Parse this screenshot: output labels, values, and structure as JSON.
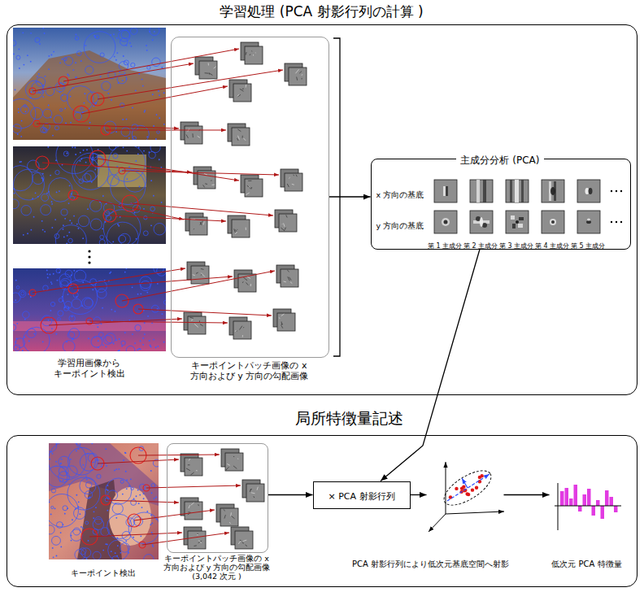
{
  "diagram": {
    "nodes": [
      {
        "text": [
          "学習処理 (PCA 射影行列の計算 )"
        ]
      },
      {
        "text": [
          "学習用画像から キーポイント検出"
        ],
        "in": 0
      },
      {
        "text": [
          "キーポイントパッチ画像の x 方向および y 方向の勾配画像"
        ],
        "in": 0
      },
      {
        "text": [
          "主成分分析 (PCA)",
          "x 方向の基底",
          "y 方向の基底",
          "第 1 主成分",
          "第 2 主成分",
          "第 3 主成分",
          "第 4 主成分",
          "第 5 主成分"
        ],
        "in": 0
      },
      {
        "text": [
          "局所特徴量記述"
        ]
      },
      {
        "text": [
          "キーポイント検出"
        ],
        "in": 4
      },
      {
        "text": [
          "キーポイントパッチ画像の x 方向および y 方向の勾配画像 (3,042 次元 )"
        ],
        "in": 4
      },
      {
        "text": [
          "× PCA 射影行列"
        ],
        "in": 4
      },
      {
        "text": [
          "PCA 射影行列により低次元基底空間へ射影"
        ],
        "in": 4
      },
      {
        "text": [
          "低次元 PCA 特徴量"
        ],
        "in": 4
      }
    ],
    "edges": [
      {
        "from": 2,
        "to": 3,
        "arrow": "to"
      },
      {
        "from": 3,
        "to": 7,
        "arrow": "to"
      },
      {
        "from": 6,
        "to": 7,
        "arrow": "to"
      },
      {
        "from": 7,
        "to": 8,
        "arrow": "to"
      },
      {
        "from": 8,
        "to": 9,
        "arrow": "to"
      }
    ]
  }
}
